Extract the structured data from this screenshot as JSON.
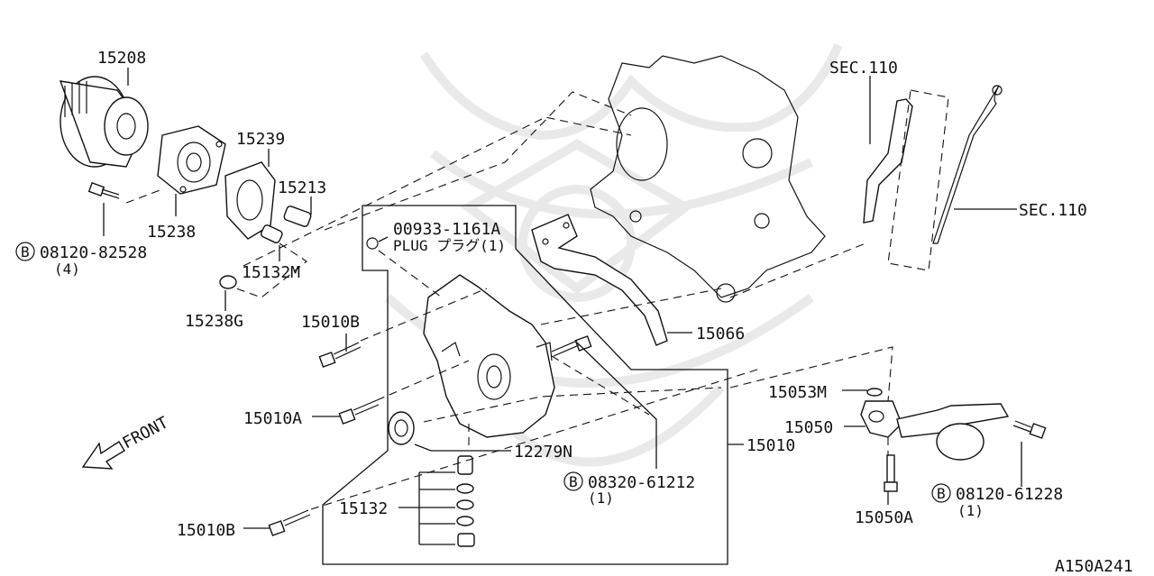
{
  "labels": {
    "p15208": "15208",
    "p15239": "15239",
    "p15213": "15213",
    "p15238": "15238",
    "bolt1": "08120-82528",
    "bolt1_qty": "(4)",
    "p15132m": "15132M",
    "p15238g": "15238G",
    "plug_pn": "00933-1161A",
    "plug_name": "PLUG プラグ(1)",
    "p15010b_top": "15010B",
    "p15010a": "15010A",
    "p15010b_bot": "15010B",
    "p15132": "15132",
    "p12279n": "12279N",
    "bolt2": "08320-61212",
    "bolt2_qty": "(1)",
    "p15010": "15010",
    "p15066": "15066",
    "sec110_top": "SEC.110",
    "sec110_right": "SEC.110",
    "p15053m": "15053M",
    "p15050": "15050",
    "p15050a": "15050A",
    "bolt3": "08120-61228",
    "bolt3_qty": "(1)",
    "front": "FRONT",
    "b_marker": "B",
    "diagram_code": "A150A241"
  }
}
